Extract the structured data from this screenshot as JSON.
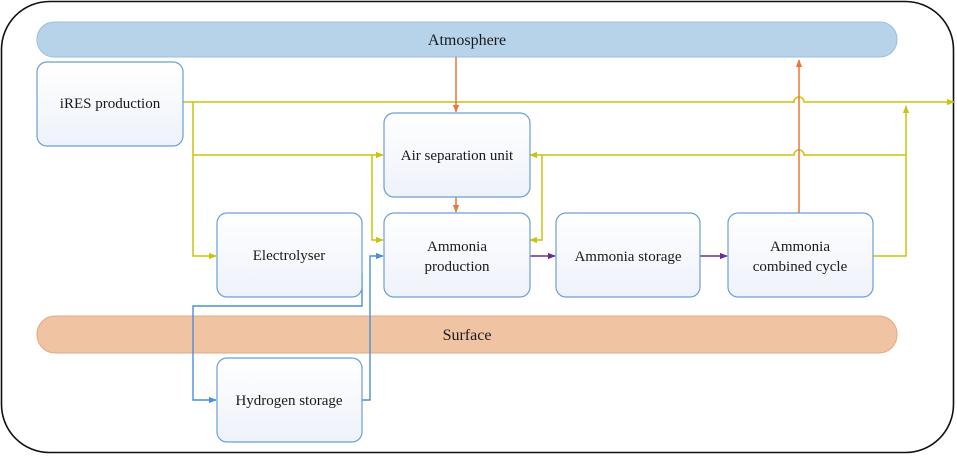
{
  "bands": {
    "atmosphere": "Atmosphere",
    "surface": "Surface"
  },
  "nodes": {
    "ires": "iRES production",
    "asu": "Air separation unit",
    "electrolyser": "Electrolyser",
    "ammonia_production": [
      "Ammonia",
      "production"
    ],
    "ammonia_storage": "Ammonia storage",
    "combined_cycle": [
      "Ammonia",
      "combined cycle"
    ],
    "hydrogen_storage": "Hydrogen storage"
  },
  "colors": {
    "electricity": "#c8c40f",
    "nitrogen_flow": "#e8763a",
    "hydrogen_flow": "#4a90d9",
    "ammonia_flow": "#6a2a9a",
    "box_border": "#6a9fd4",
    "atmosphere_fill": "#b7d3ea",
    "surface_fill": "#f0c3a3"
  }
}
